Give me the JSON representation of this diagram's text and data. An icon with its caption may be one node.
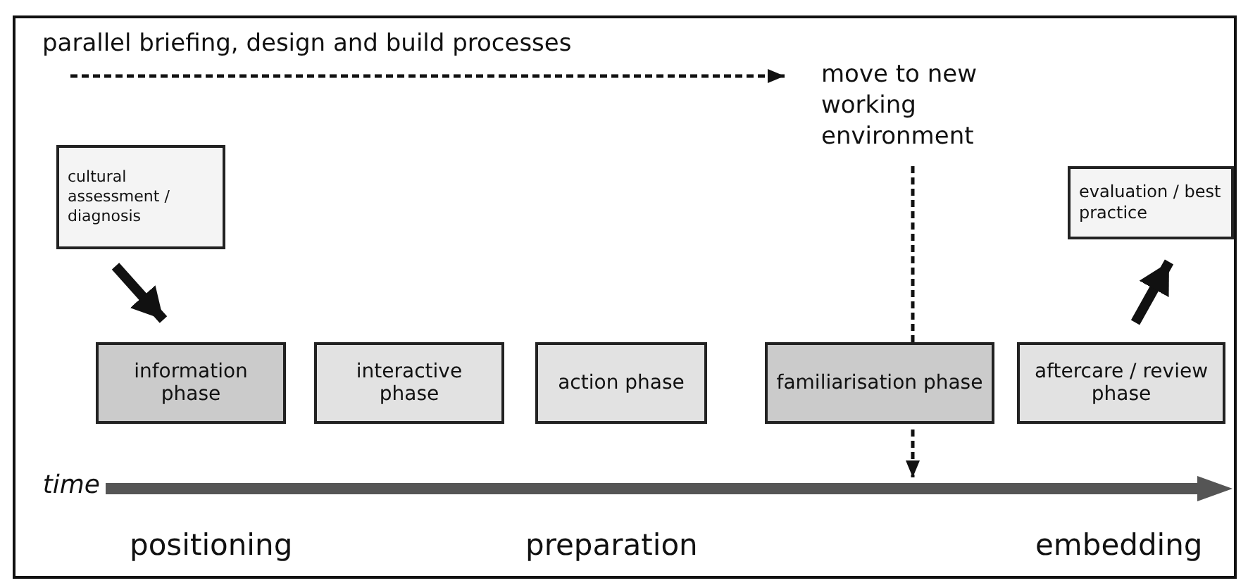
{
  "diagram": {
    "nodes": [
      {
        "text": [
          "parallel briefing, design and build processes"
        ]
      },
      {
        "text": [
          "move to new working environment"
        ]
      },
      {
        "text": [
          "cultural assessment / diagnosis"
        ]
      },
      {
        "text": [
          "information phase"
        ]
      },
      {
        "text": [
          "interactive phase"
        ]
      },
      {
        "text": [
          "action phase"
        ]
      },
      {
        "text": [
          "familiarisation phase"
        ]
      },
      {
        "text": [
          "aftercare / review phase"
        ]
      },
      {
        "text": [
          "evaluation / best practice"
        ]
      },
      {
        "text": [],
        "shape": "bar",
        "beside": [
          "time"
        ]
      }
    ],
    "edges": [
      {
        "from": 0,
        "to": 1,
        "arrow": "to",
        "style": "dashed"
      },
      {
        "from": 1,
        "to": 6,
        "arrow": "none",
        "style": "dashed"
      },
      {
        "from": 6,
        "to": 9,
        "arrow": "to",
        "style": "dashed"
      },
      {
        "from": 2,
        "to": 3,
        "arrow": "to",
        "style": "thick"
      },
      {
        "from": 7,
        "to": 8,
        "arrow": "to",
        "style": "thick"
      }
    ],
    "labels": [
      "positioning",
      "preparation",
      "embedding"
    ]
  }
}
